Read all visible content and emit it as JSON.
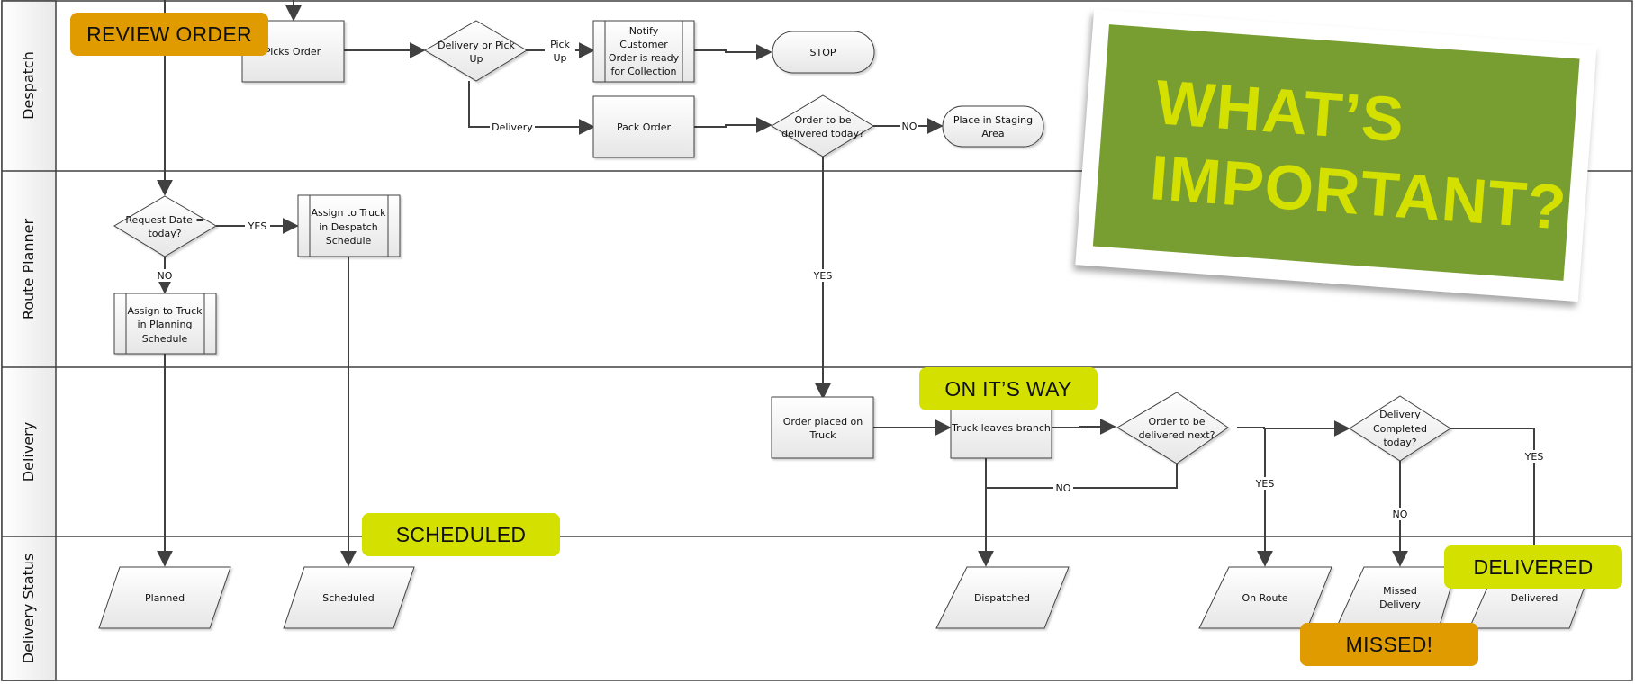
{
  "title": "Order Delivery Swimlane Process",
  "colors": {
    "line": "#404040",
    "node_fill_top": "#ffffff",
    "node_fill_bottom": "#e8e8e8",
    "callout_orange": "#e09b00",
    "callout_lime": "#d3e000",
    "poster_green": "#789d30",
    "poster_text": "#d3e000"
  },
  "lanes": [
    {
      "id": "despatch",
      "label": "Despatch"
    },
    {
      "id": "route-planner",
      "label": "Route Planner"
    },
    {
      "id": "delivery",
      "label": "Delivery"
    },
    {
      "id": "delivery-status",
      "label": "Delivery Status"
    }
  ],
  "nodes": {
    "picks_order": {
      "type": "process",
      "lines": [
        "Picks Order"
      ]
    },
    "delivery_or_pickup": {
      "type": "decision",
      "lines": [
        "Delivery or Pick",
        "Up"
      ]
    },
    "notify_customer": {
      "type": "subprocess",
      "lines": [
        "Notify",
        "Customer",
        "Order is ready",
        "for Collection"
      ]
    },
    "stop": {
      "type": "terminator",
      "lines": [
        "STOP"
      ]
    },
    "pack_order": {
      "type": "process",
      "lines": [
        "Pack Order"
      ]
    },
    "deliver_today": {
      "type": "decision",
      "lines": [
        "Order to be",
        "delivered today?"
      ]
    },
    "staging_area": {
      "type": "terminator",
      "lines": [
        "Place in Staging",
        "Area"
      ]
    },
    "request_date": {
      "type": "decision",
      "lines": [
        "Request Date =",
        "today?"
      ]
    },
    "assign_despatch": {
      "type": "subprocess",
      "lines": [
        "Assign to Truck",
        "in Despatch",
        "Schedule"
      ]
    },
    "assign_planning": {
      "type": "subprocess",
      "lines": [
        "Assign to Truck",
        "in Planning",
        "Schedule"
      ]
    },
    "order_on_truck": {
      "type": "process",
      "lines": [
        "Order placed on",
        "Truck"
      ]
    },
    "truck_leaves": {
      "type": "process",
      "lines": [
        "Truck leaves branch"
      ]
    },
    "deliver_next": {
      "type": "decision",
      "lines": [
        "Order to be",
        "delivered next?"
      ]
    },
    "delivery_completed": {
      "type": "decision",
      "lines": [
        "Delivery",
        "Completed",
        "today?"
      ]
    },
    "status_planned": {
      "type": "data",
      "lines": [
        "Planned"
      ]
    },
    "status_scheduled": {
      "type": "data",
      "lines": [
        "Scheduled"
      ]
    },
    "status_dispatched": {
      "type": "data",
      "lines": [
        "Dispatched"
      ]
    },
    "status_on_route": {
      "type": "data",
      "lines": [
        "On Route"
      ]
    },
    "status_missed": {
      "type": "data",
      "lines": [
        "Missed",
        "Delivery"
      ]
    },
    "status_delivered": {
      "type": "data",
      "lines": [
        "Delivered"
      ]
    }
  },
  "edge_labels": {
    "pick_up": [
      "Pick",
      "Up"
    ],
    "delivery": "Delivery",
    "no_staging": "NO",
    "yes_today": "YES",
    "yes_despatch": "YES",
    "no_planning": "NO",
    "no_next": "NO",
    "yes_on_route": "YES",
    "no_missed": "NO",
    "yes_delivered": "YES"
  },
  "callouts": {
    "review_order": "REVIEW ORDER",
    "on_its_way": "ON IT’S WAY",
    "scheduled": "SCHEDULED",
    "delivered": "DELIVERED",
    "missed": "MISSED!"
  },
  "poster": {
    "line1": "WHAT’S",
    "line2": "IMPORTANT?"
  }
}
